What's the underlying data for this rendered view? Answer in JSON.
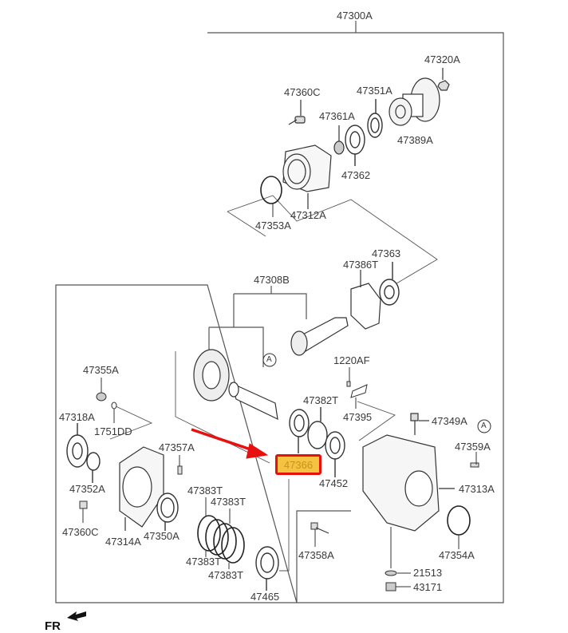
{
  "diagram": {
    "title": "47300A",
    "highlight": {
      "label": "47366",
      "fill": "#f5c242",
      "border": "#e8100f"
    },
    "arrow_color": "#e8100f",
    "direction_label": "FR",
    "callout_ref": "A",
    "labels": {
      "l47320A": "47320A",
      "l47360C_top": "47360C",
      "l47351A": "47351A",
      "l47361A": "47361A",
      "l47389A": "47389A",
      "l47362": "47362",
      "l47353A": "47353A",
      "l47312A": "47312A",
      "l47363": "47363",
      "l47386T": "47386T",
      "l47308B": "47308B",
      "l1220AF": "1220AF",
      "l47355A": "47355A",
      "l47382T": "47382T",
      "l47395": "47395",
      "l47318A": "47318A",
      "l1751DD": "1751DD",
      "l47349A": "47349A",
      "l47357A": "47357A",
      "l47359A": "47359A",
      "l47452": "47452",
      "l47352A": "47352A",
      "l47313A": "47313A",
      "l47383T_1": "47383T",
      "l47383T_2": "47383T",
      "l47360C_bot": "47360C",
      "l47314A": "47314A",
      "l47350A": "47350A",
      "l47358A": "47358A",
      "l47354A": "47354A",
      "l47383T_3": "47383T",
      "l47383T_4": "47383T",
      "l21513": "21513",
      "l47465": "47465",
      "l43171": "43171"
    }
  }
}
